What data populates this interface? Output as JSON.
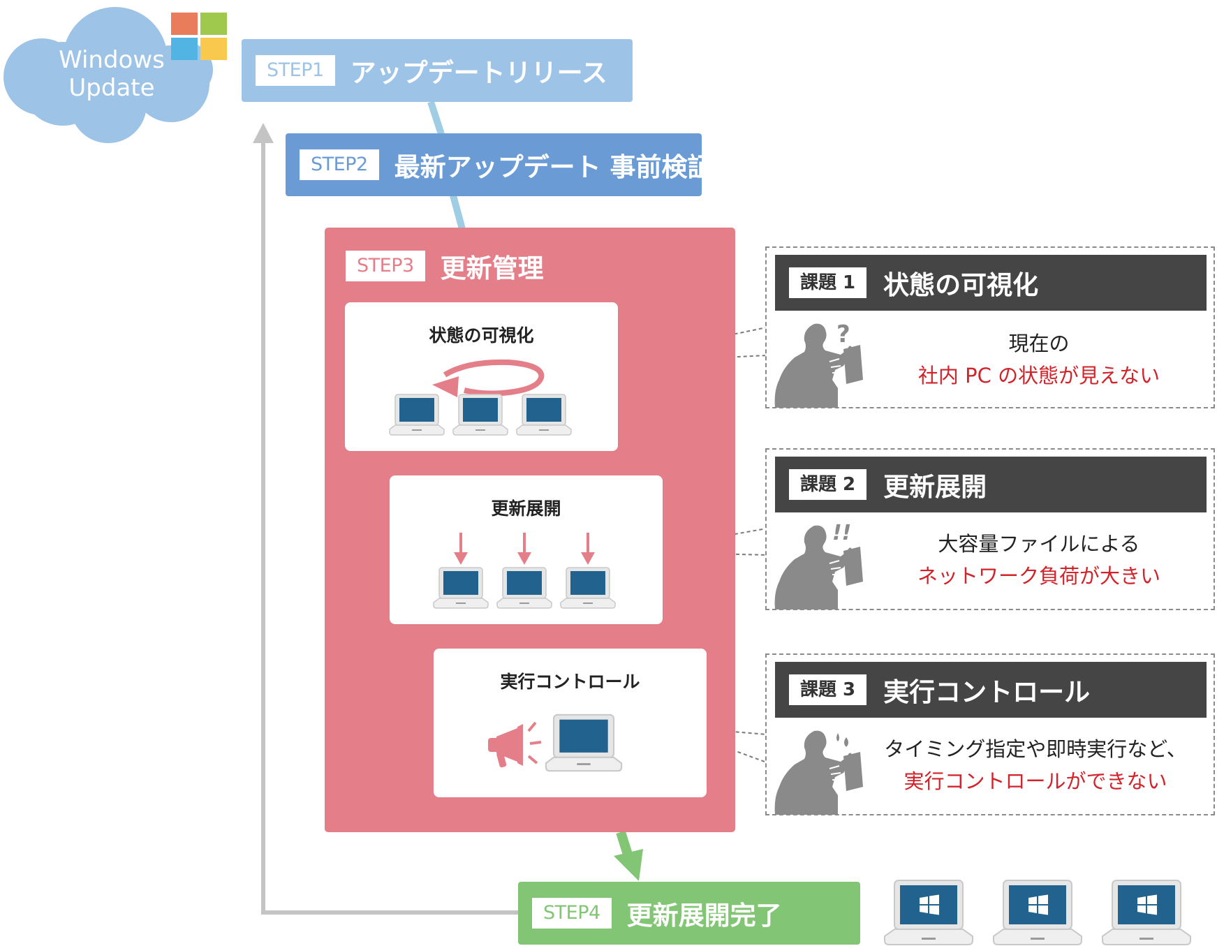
{
  "cloud": {
    "label_line1": "Windows",
    "label_line2": "Update",
    "logo_icon": "windows-logo-icon"
  },
  "colors": {
    "step1": "#9dc3e6",
    "step2": "#6a9bd5",
    "step3": "#e47f8a",
    "step4": "#82c574",
    "issue_head": "#454545",
    "problem_text": "#d2232a",
    "connector": "#9ecde4",
    "loop_arrow": "#c4c4c4"
  },
  "steps": [
    {
      "tag": "STEP1",
      "title": "アップデートリリース"
    },
    {
      "tag": "STEP2",
      "title": "最新アップデート 事前検証"
    },
    {
      "tag": "STEP3",
      "title": "更新管理"
    },
    {
      "tag": "STEP4",
      "title": "更新展開完了"
    }
  ],
  "step3_cards": [
    {
      "title": "状態の可視化",
      "icon": "rotation-arrow-icon"
    },
    {
      "title": "更新展開",
      "icon": "down-arrow-icon"
    },
    {
      "title": "実行コントロール",
      "icon": "megaphone-icon"
    }
  ],
  "issues": [
    {
      "tag": "課題 1",
      "title": "状態の可視化",
      "line1": "現在の",
      "line2": "社内 PC の状態が見えない",
      "mark": "?"
    },
    {
      "tag": "課題 2",
      "title": "更新展開",
      "line1": "大容量ファイルによる",
      "line2": "ネットワーク負荷が大きい",
      "mark": "!!"
    },
    {
      "tag": "課題 3",
      "title": "実行コントロール",
      "line1": "タイミング指定や即時実行など、",
      "line2": "実行コントロールができない",
      "mark": ""
    }
  ]
}
